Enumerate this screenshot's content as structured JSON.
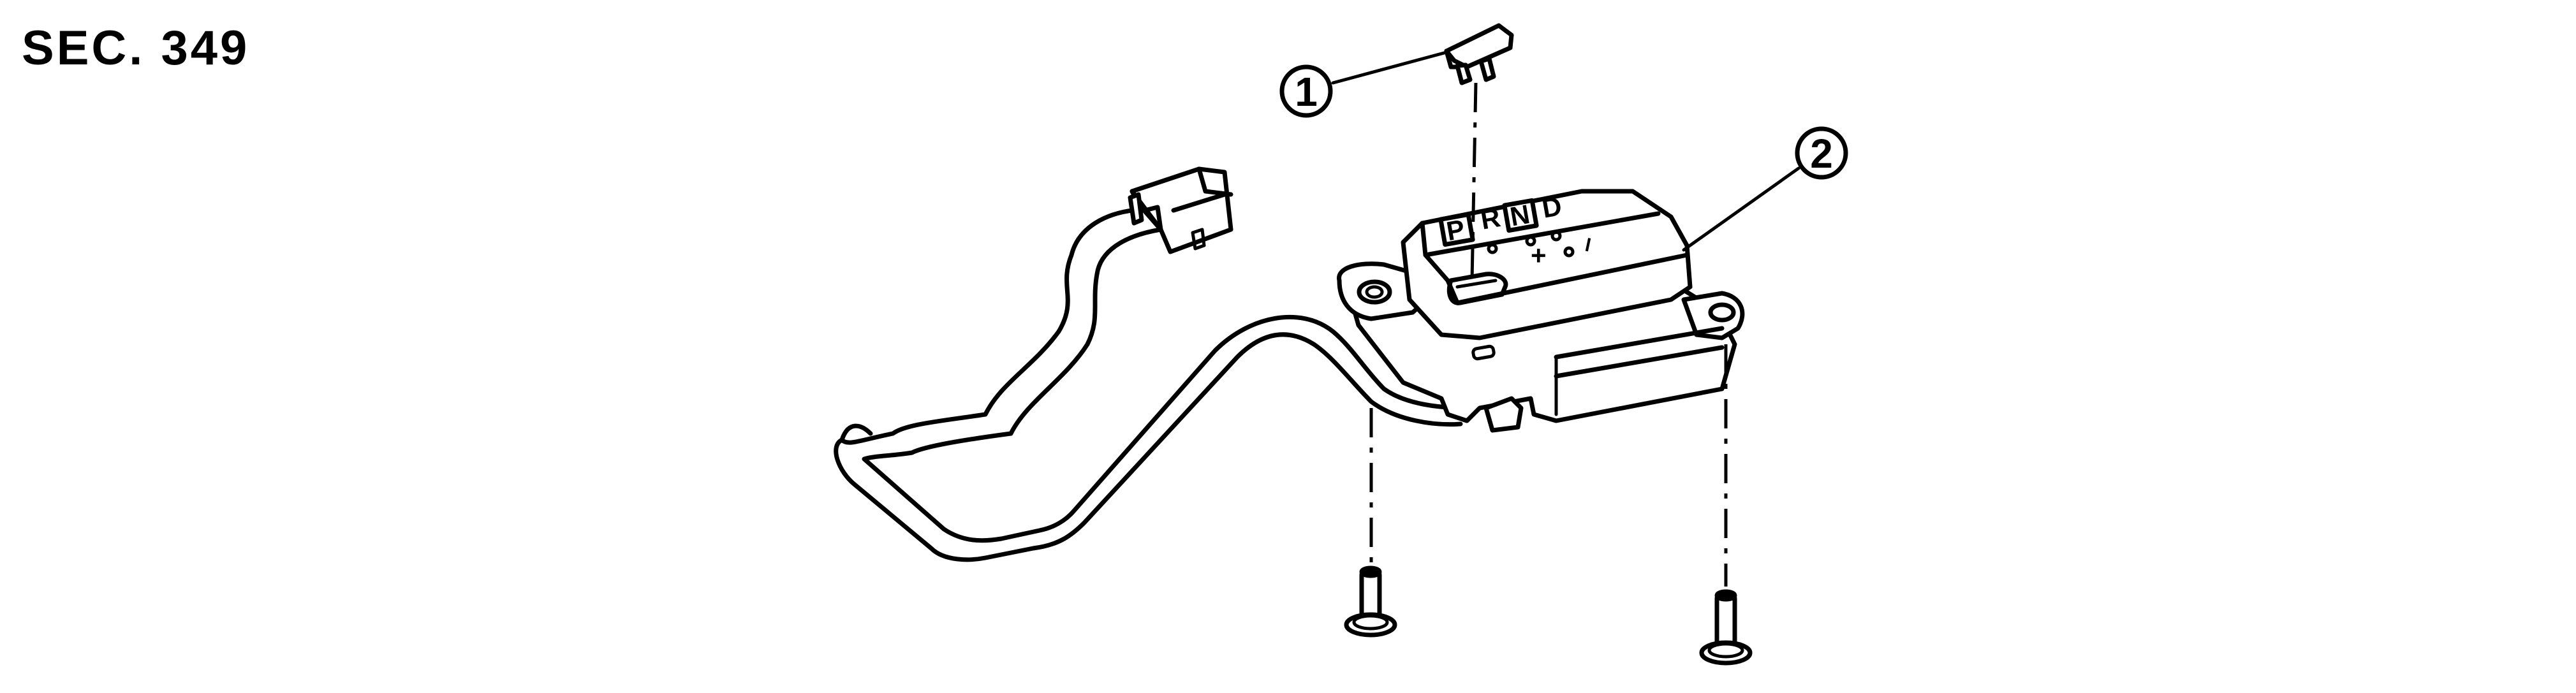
{
  "section": {
    "label": "SEC. 349"
  },
  "callouts": [
    {
      "number": "1"
    },
    {
      "number": "2"
    }
  ],
  "gate": {
    "p": "P",
    "r": "R",
    "n": "N",
    "d": "D",
    "plus": "+",
    "minus": "–"
  }
}
